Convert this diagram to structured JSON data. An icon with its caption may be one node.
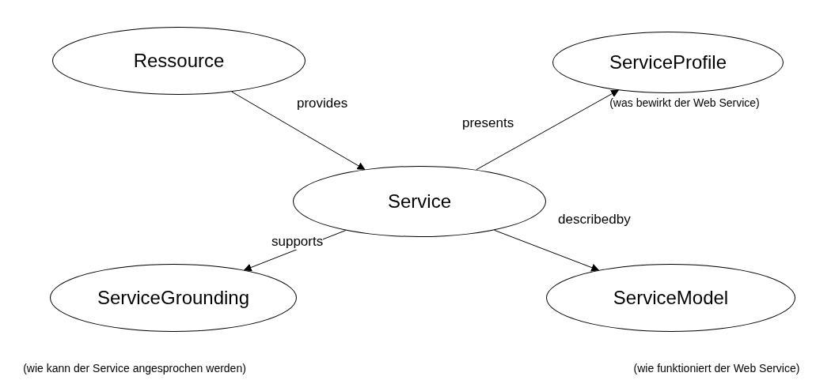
{
  "diagram": {
    "nodes": [
      {
        "text": [
          "Ressource"
        ]
      },
      {
        "text": [
          "ServiceProfile"
        ],
        "beside": [
          "(was bewirkt der Web Service)"
        ]
      },
      {
        "text": [
          "Service"
        ]
      },
      {
        "text": [
          "ServiceGrounding"
        ],
        "beside": [
          "(wie kann der Service angesprochen werden)"
        ]
      },
      {
        "text": [
          "ServiceModel"
        ],
        "beside": [
          "(wie funktioniert der Web Service)"
        ]
      }
    ],
    "edges": [
      {
        "from": 0,
        "to": 2,
        "arrow": "to",
        "label": "provides"
      },
      {
        "from": 2,
        "to": 1,
        "arrow": "to",
        "label": "presents"
      },
      {
        "from": 2,
        "to": 3,
        "arrow": "to",
        "label": "supports"
      },
      {
        "from": 2,
        "to": 4,
        "arrow": "to",
        "label": "describedby"
      }
    ]
  }
}
